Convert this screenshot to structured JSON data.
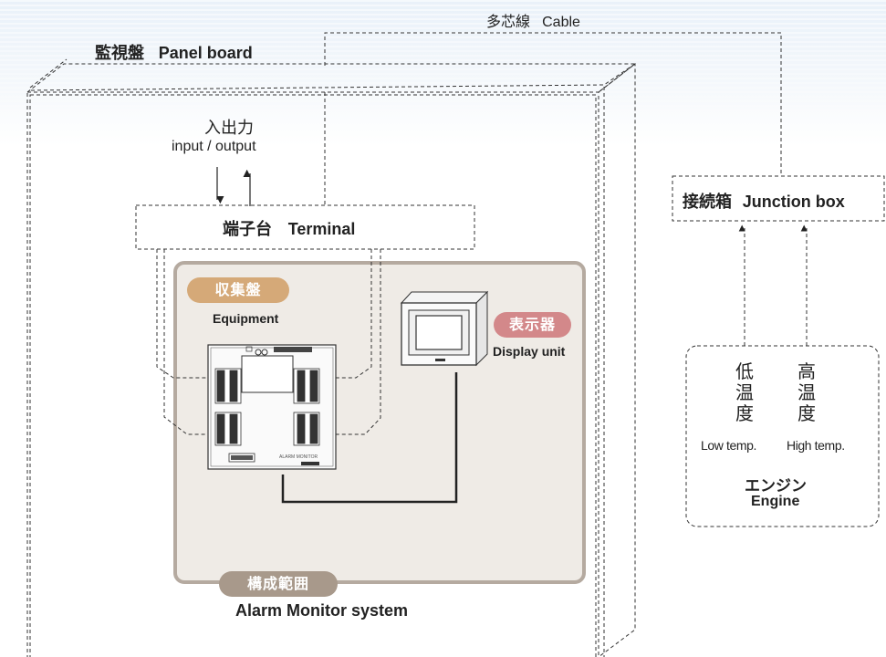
{
  "cable": {
    "jp": "多芯線",
    "en": "Cable"
  },
  "panel_board": {
    "jp": "監視盤",
    "en": "Panel board"
  },
  "io": {
    "jp": "入出力",
    "en": "input / output"
  },
  "terminal": {
    "jp": "端子台",
    "en": "Terminal"
  },
  "equipment": {
    "badge": "収集盤",
    "en": "Equipment",
    "device_text": "ALARM MONITOR"
  },
  "display": {
    "badge": "表示器",
    "en": "Display unit"
  },
  "system": {
    "badge": "構成範囲",
    "en": "Alarm Monitor system"
  },
  "junction": {
    "jp": "接続箱",
    "en": "Junction box"
  },
  "engine": {
    "low": {
      "jp": [
        "低",
        "温",
        "度"
      ],
      "en": "Low temp."
    },
    "high": {
      "jp": [
        "高",
        "温",
        "度"
      ],
      "en": "High temp."
    },
    "jp": "エンジン",
    "en": "Engine"
  },
  "colors": {
    "equipment_badge": "#d5a978",
    "display_badge": "#d3888a",
    "system_badge": "#a8998b",
    "system_fill": "#efebe6",
    "system_border": "#b5aaa0"
  }
}
